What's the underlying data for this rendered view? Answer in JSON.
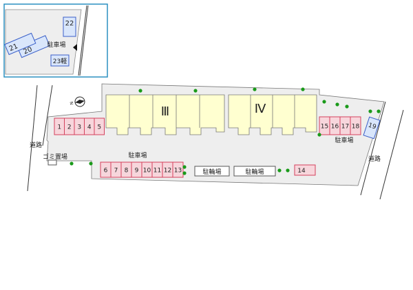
{
  "inset": {
    "parking_label": "駐車場",
    "spaces": [
      "20",
      "21",
      "22",
      "23軽"
    ]
  },
  "buildings": {
    "left_label": "Ⅲ",
    "right_label": "Ⅳ"
  },
  "labels": {
    "road_left": "道路",
    "road_right": "道路",
    "garbage": "ゴミ置場",
    "parking_center": "駐車場",
    "parking_right": "駐車場",
    "bicycle_1": "駐輪場",
    "bicycle_2": "駐輪場"
  },
  "parking": {
    "row_left": [
      "1",
      "2",
      "3",
      "4",
      "5"
    ],
    "row_bottom": [
      "6",
      "7",
      "8",
      "9",
      "10",
      "11",
      "12",
      "13"
    ],
    "single_bottom": "14",
    "row_right": [
      "15",
      "16",
      "17",
      "18"
    ],
    "single_right": "19"
  },
  "colors": {
    "inset_border": "#2a8fc0",
    "building_fill": "#ffffd0",
    "parking_pink": "#f7d6dc",
    "parking_pink_border": "#d4405c",
    "parking_blue": "#d9e6fb",
    "parking_blue_border": "#3a5fc8",
    "tree_green": "#1a9a1a",
    "lot_fill": "#eeeeee"
  },
  "icons": {
    "compass": "compass-north-icon",
    "arrow": "pointer-arrow-icon"
  }
}
